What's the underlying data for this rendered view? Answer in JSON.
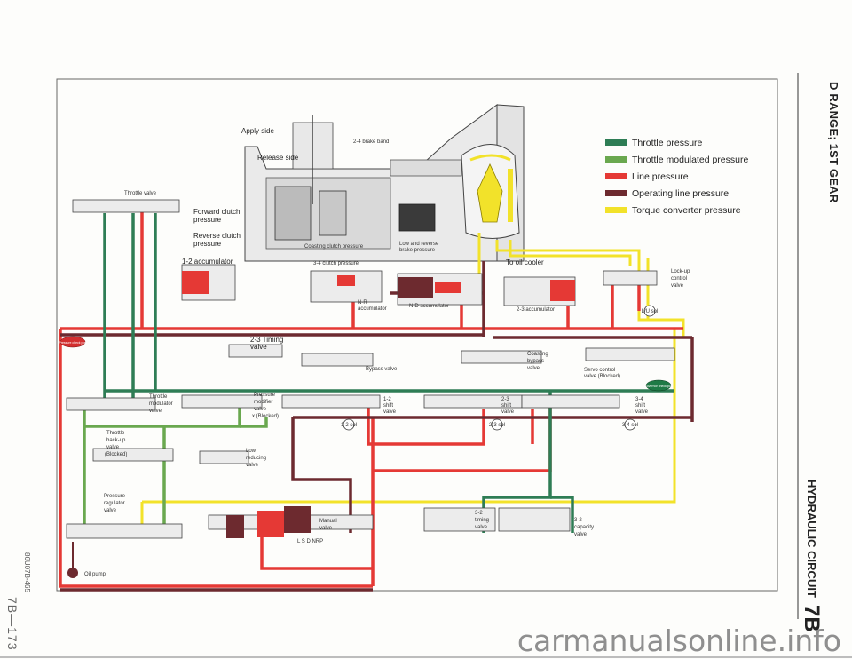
{
  "header": {
    "title": "D RANGE; 1ST GEAR",
    "section": "HYDRAULIC CIRCUIT",
    "section_code": "7B",
    "page_number": "7B—173",
    "figure_code": "86U07B-465"
  },
  "legend": {
    "items": [
      {
        "label": "Throttle pressure",
        "color": "#2e7d55"
      },
      {
        "label": "Throttle modulated pressure",
        "color": "#6aa84f"
      },
      {
        "label": "Line pressure",
        "color": "#e53935"
      },
      {
        "label": "Operating line pressure",
        "color": "#6d2a2f"
      },
      {
        "label": "Torque converter pressure",
        "color": "#f2e22a"
      }
    ]
  },
  "labels": {
    "apply_side": "Apply side",
    "release_side": "Release side",
    "brake_band": "2-4 brake band",
    "throttle_valve": "Throttle valve",
    "forward_clutch_1": "Forward clutch",
    "forward_clutch_2": "pressure",
    "reverse_clutch_1": "Reverse clutch",
    "reverse_clutch_2": "pressure",
    "accum_12": "1-2 accumulator",
    "coasting_clutch": "Coasting clutch pressure",
    "low_reverse_1": "Low and reverse",
    "low_reverse_2": "brake pressure",
    "clutch_34": "3-4 clutch pressure",
    "oil_cooler": "To oil cooler",
    "nr_accum_1": "N-R",
    "nr_accum_2": "accumulator",
    "nd_accum": "N-D accumulator",
    "accum_23": "2-3 accumulator",
    "lockup_1": "Lock-up",
    "lockup_2": "control",
    "lockup_3": "valve",
    "timing_23_1": "2-3 Timing",
    "timing_23_2": "valve",
    "bypass": "Bypass valve",
    "coasting_bypass_1": "Coasting",
    "coasting_bypass_2": "bypass",
    "coasting_bypass_3": "valve",
    "servo_1": "Servo control",
    "servo_2": "valve (Blocked)",
    "throttle_mod_1": "Throttle",
    "throttle_mod_2": "modulator",
    "throttle_mod_3": "valve",
    "press_mod_1": "Pressure",
    "press_mod_2": "modifier",
    "press_mod_3": "valve",
    "press_mod_4": "x (Blocked)",
    "shift_12_1": "1-2",
    "shift_12_2": "shift",
    "shift_12_3": "valve",
    "shift_23_1": "2-3",
    "shift_23_2": "shift",
    "shift_23_3": "valve",
    "shift_34_1": "3-4",
    "shift_34_2": "shift",
    "shift_34_3": "valve",
    "backup_1": "Throttle",
    "backup_2": "back-up",
    "backup_3": "valve",
    "backup_4": "(Blocked)",
    "low_red_1": "Low",
    "low_red_2": "reducing",
    "low_red_3": "valve",
    "regulator_1": "Pressure",
    "regulator_2": "regulator",
    "regulator_3": "valve",
    "manual_1": "Manual",
    "manual_2": "valve",
    "manual_positions": "L S D NRP",
    "timing_32_1": "3-2",
    "timing_32_2": "timing",
    "timing_32_3": "valve",
    "capacity_32_1": "3-2",
    "capacity_32_2": "capacity",
    "capacity_32_3": "valve",
    "oil_pump": "Oil pump",
    "pressure_check": "Pressure check port",
    "governor_check": "Governor check port",
    "lock_up_sol": "L/U sol",
    "sol_12": "1-2 sol",
    "sol_23": "2-3 sol",
    "sol_34": "3-4 sol"
  },
  "footer": {
    "watermark": "carmanualsonline.info"
  }
}
